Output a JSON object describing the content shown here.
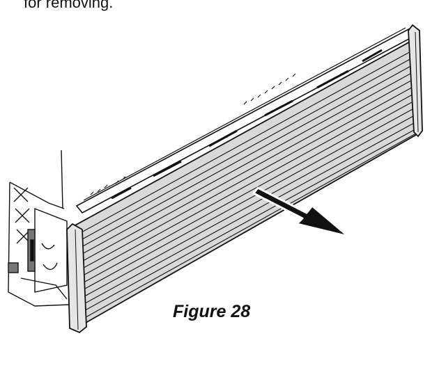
{
  "document": {
    "top_text": "for removing.",
    "figure_caption": "Figure 28"
  },
  "illustration": {
    "subject": "air filter panel being pulled out of unit",
    "icon": "removal-arrow-icon",
    "colors": {
      "line": "#111111",
      "panel_fill": "#d9d9d9",
      "arrow_fill": "#111111",
      "background": "#ffffff"
    }
  }
}
